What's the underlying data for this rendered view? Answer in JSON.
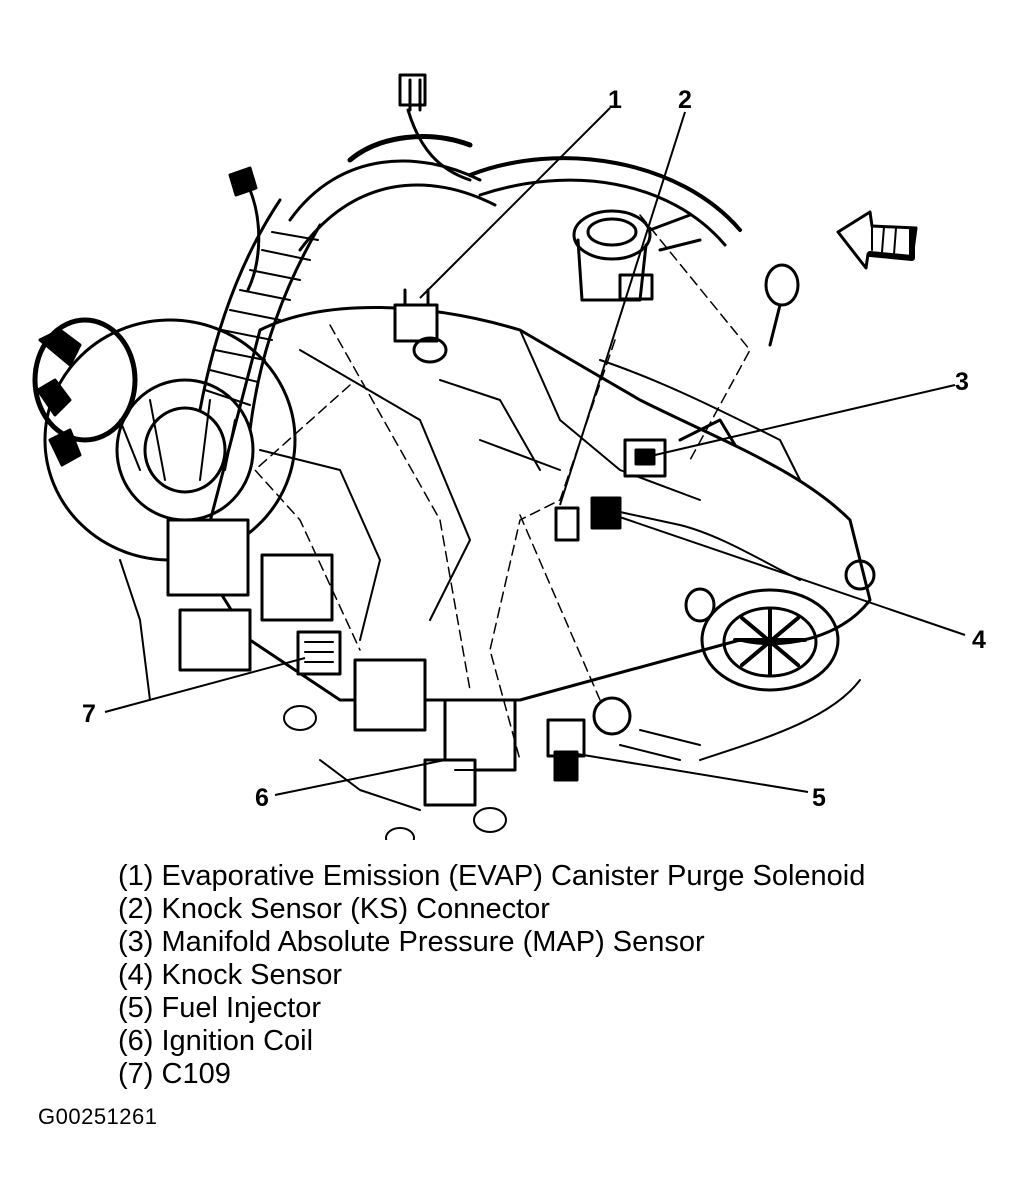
{
  "callouts": [
    "1",
    "2",
    "3",
    "4",
    "5",
    "6",
    "7"
  ],
  "legend": [
    "(1) Evaporative Emission (EVAP) Canister Purge Solenoid",
    "(2) Knock Sensor (KS) Connector",
    "(3) Manifold Absolute Pressure (MAP) Sensor",
    "(4) Knock Sensor",
    "(5) Fuel Injector",
    "(6) Ignition Coil",
    "(7) C109"
  ],
  "figure_id": "G00251261",
  "icons": {
    "direction-arrow": "front-direction-arrow-icon"
  }
}
